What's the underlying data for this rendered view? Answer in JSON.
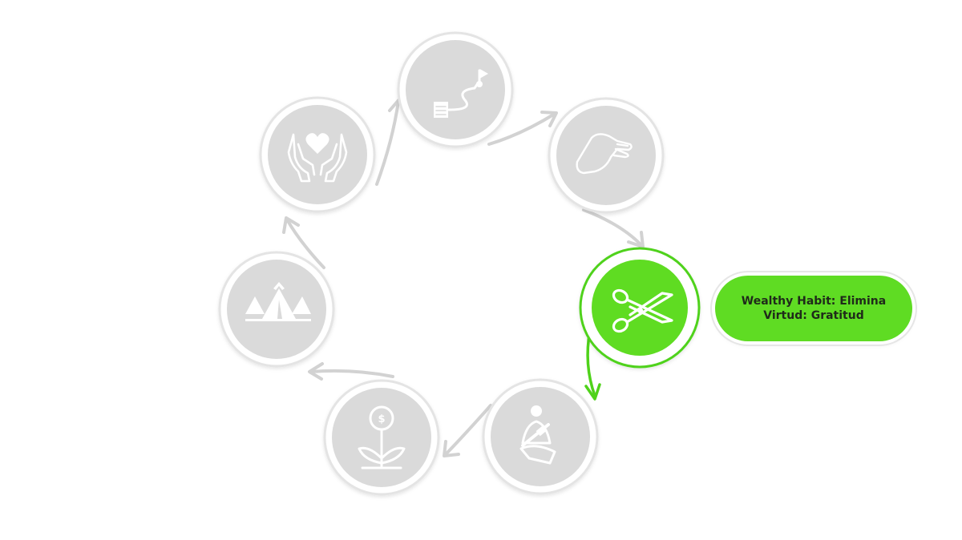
{
  "info": {
    "habit_line": "Wealthy Habit: Elimina",
    "virtue_line": "Virtud: Gratitud"
  },
  "colors": {
    "active": "#5fdc23",
    "inactive_fill": "#dadada",
    "ring": "#e4e4e4",
    "arrow_inactive": "#d2d2d2",
    "arrow_active": "#4fd21a",
    "icon": "#ffffff"
  },
  "nodes": [
    {
      "id": "roadmap",
      "icon": "roadmap-icon",
      "active": false
    },
    {
      "id": "pinch",
      "icon": "pinch-hand-icon",
      "active": false
    },
    {
      "id": "scissors",
      "icon": "scissors-icon",
      "active": true
    },
    {
      "id": "seatbelt",
      "icon": "seatbelt-icon",
      "active": false
    },
    {
      "id": "money-plant",
      "icon": "money-plant-icon",
      "active": false
    },
    {
      "id": "tents",
      "icon": "tents-icon",
      "active": false
    },
    {
      "id": "hands-heart",
      "icon": "hands-heart-icon",
      "active": false
    }
  ]
}
